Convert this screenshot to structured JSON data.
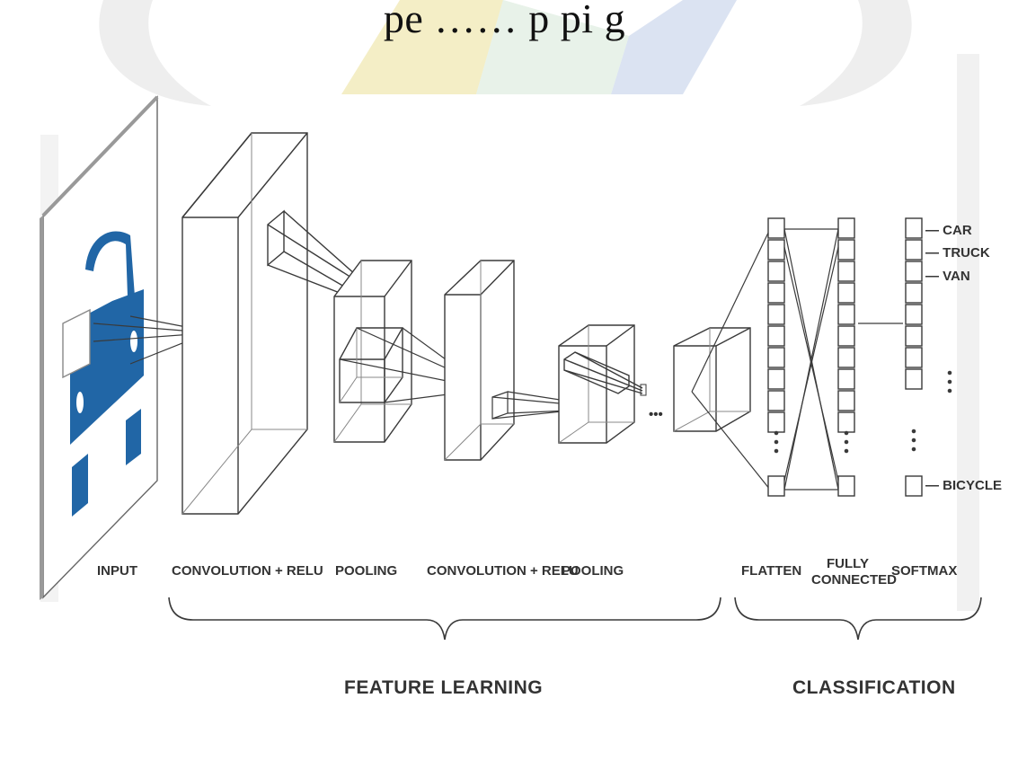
{
  "caption_fragment": "pe    ……                         p                  pi g",
  "stage_labels": {
    "input": "INPUT",
    "conv1": "CONVOLUTION + RELU",
    "pool1": "POOLING",
    "conv2": "CONVOLUTION + RELU",
    "pool2": "POOLING",
    "flatten": "FLATTEN",
    "fully_connected_line1": "FULLY",
    "fully_connected_line2": "CONNECTED",
    "softmax": "SOFTMAX"
  },
  "group_labels": {
    "feature_learning": "FEATURE LEARNING",
    "classification": "CLASSIFICATION"
  },
  "output_classes": {
    "car": "— CAR",
    "truck": "— TRUCK",
    "van": "— VAN",
    "bicycle": "— BICYCLE"
  },
  "ellipsis": "•••",
  "colors": {
    "vehicle_blue": "#2166a6",
    "line": "#3a3a3a",
    "watermark_yellow": "#f4eec6",
    "watermark_green": "#e3f1e6",
    "watermark_blue": "#dbe3f2",
    "watermark_gray": "#eeeeee"
  }
}
